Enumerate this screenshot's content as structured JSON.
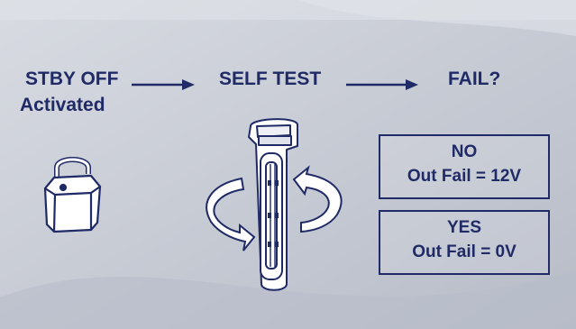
{
  "steps": {
    "standby_line1": "STBY OFF",
    "standby_line2": "Activated",
    "self_test": "SELF TEST",
    "fail_question": "FAIL?"
  },
  "outcomes": {
    "no": {
      "answer": "NO",
      "detail": "Out Fail = 12V"
    },
    "yes": {
      "answer": "YES",
      "detail": "Out Fail = 0V"
    }
  },
  "icons": {
    "padlock": "padlock-open-icon",
    "device": "handheld-device-icon",
    "rotation": "rotation-arrows-icon"
  },
  "colors": {
    "text": "#1f2a66",
    "background": "#c9cdd6"
  }
}
